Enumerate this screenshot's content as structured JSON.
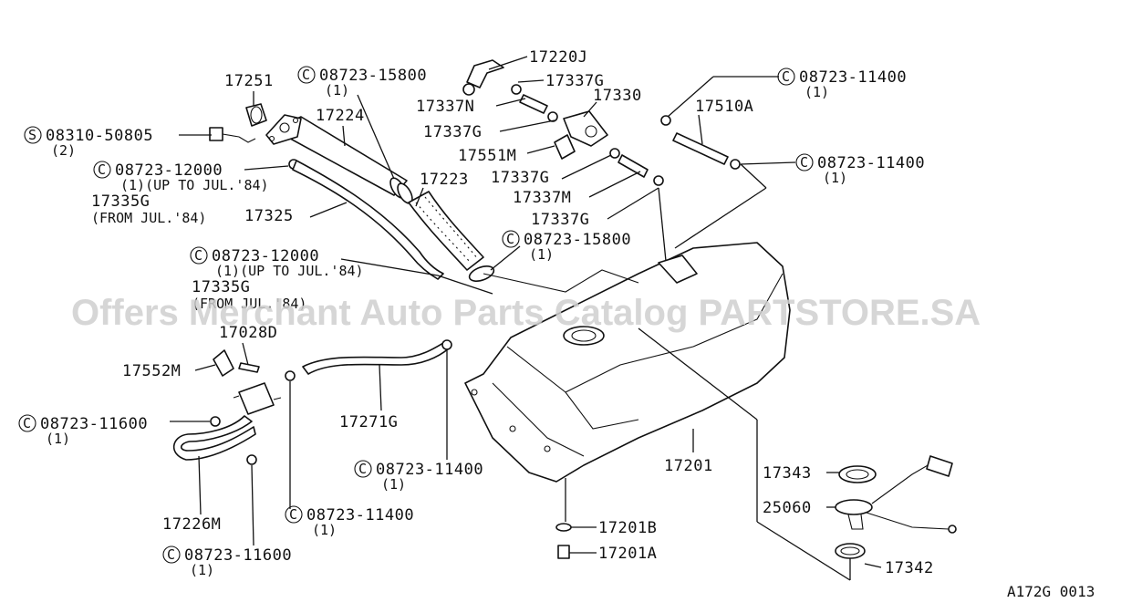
{
  "diagram_ref": "A172G 0013",
  "watermark": "Offers Merchant Auto Parts Catalog PARTSTORE.SA",
  "symbols": {
    "c": "C",
    "s": "S"
  },
  "labels": {
    "p17220J": "17220J",
    "p17337G_1": "17337G",
    "p17251": "17251",
    "p08723_15800_a": "08723-15800",
    "q1_a": "(1)",
    "p17337N": "17337N",
    "p17330": "17330",
    "p17224": "17224",
    "p17337G_2": "17337G",
    "p08310_50805": "08310-50805",
    "q2": "(2)",
    "p17551M": "17551M",
    "p08723_12000_a": "08723-12000",
    "q_upto_a": "(1)(UP TO JUL.'84)",
    "p17337G_3": "17337G",
    "p17223": "17223",
    "p17335G_a": "17335G",
    "from_jul_a": "(FROM JUL.'84)",
    "p17325": "17325",
    "p17337M": "17337M",
    "p17337G_4": "17337G",
    "p08723_11400_a": "08723-11400",
    "q1_b": "(1)",
    "p17510A": "17510A",
    "p08723_11400_b": "08723-11400",
    "q1_c": "(1)",
    "p08723_15800_b": "08723-15800",
    "q1_d": "(1)",
    "p08723_12000_b": "08723-12000",
    "q_upto_b": "(1)(UP TO JUL.'84)",
    "p17335G_b": "17335G",
    "from_jul_b": "(FROM JUL.'84)",
    "p17028D": "17028D",
    "p17552M": "17552M",
    "p08723_11600_a": "08723-11600",
    "q1_e": "(1)",
    "p17271G": "17271G",
    "p08723_11400_c": "08723-11400",
    "q1_f": "(1)",
    "p17201": "17201",
    "p17343": "17343",
    "p25060": "25060",
    "p17226M": "17226M",
    "p08723_11400_d": "08723-11400",
    "q1_g": "(1)",
    "p17201B": "17201B",
    "p17201A": "17201A",
    "p08723_11600_b": "08723-11600",
    "q1_h": "(1)",
    "p17342": "17342"
  }
}
